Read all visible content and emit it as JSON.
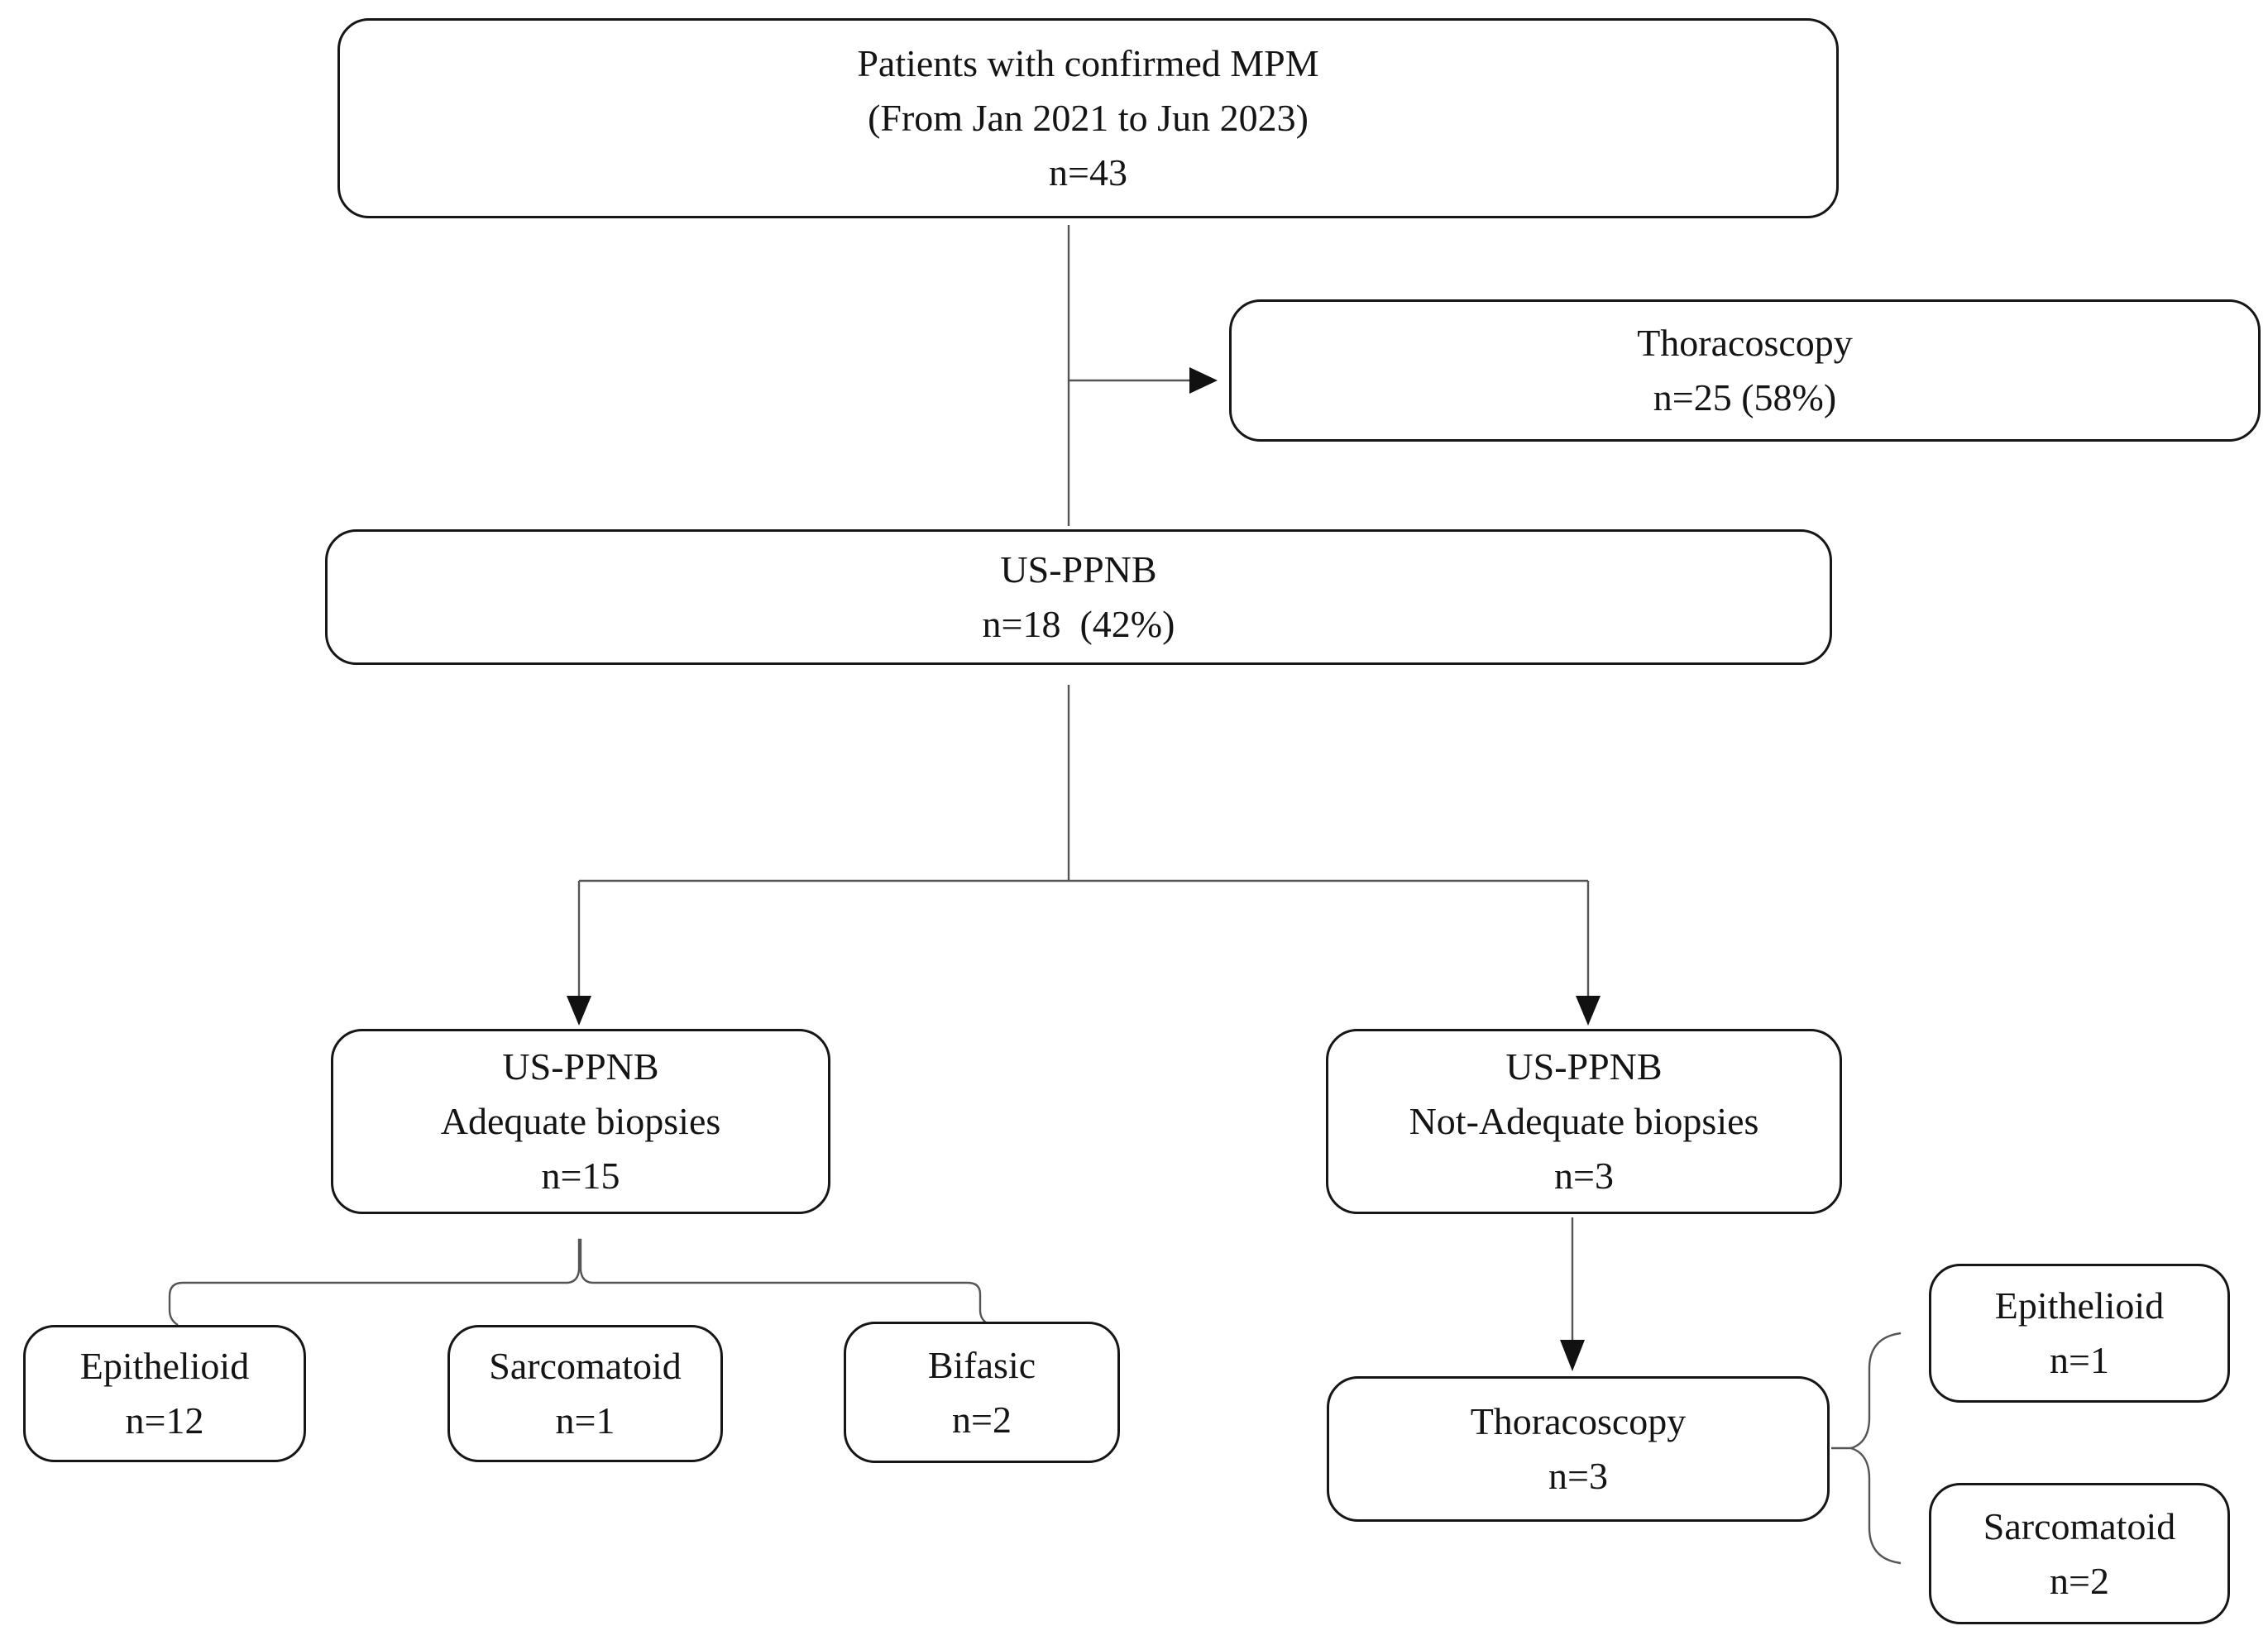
{
  "figure": {
    "kind": "patient-flow-diagram",
    "background_color": "#ffffff",
    "box_border_color": "#161616",
    "connector_color": "#555555",
    "nodes": {
      "confirmed_mpm": {
        "lines": [
          "Patients with confirmed MPM",
          "(From Jan 2021 to Jun 2023)",
          "n=43"
        ]
      },
      "thoracoscopy_initial": {
        "lines": [
          "Thoracoscopy",
          "n=25 (58%)"
        ]
      },
      "us_ppnb": {
        "lines": [
          "US-PPNB",
          "n=18  (42%)"
        ]
      },
      "adequate": {
        "lines": [
          "US-PPNB",
          "Adequate biopsies",
          "n=15"
        ]
      },
      "not_adequate": {
        "lines": [
          "US-PPNB",
          "Not-Adequate biopsies",
          "n=3"
        ]
      },
      "epithelioid_adequate": {
        "lines": [
          "Epithelioid",
          "n=12"
        ]
      },
      "sarcomatoid_adequate": {
        "lines": [
          "Sarcomatoid",
          "n=1"
        ]
      },
      "bifasic_adequate": {
        "lines": [
          "Bifasic",
          "n=2"
        ]
      },
      "thoracoscopy_rescue": {
        "lines": [
          "Thoracoscopy",
          "n=3"
        ]
      },
      "epithelioid_rescue": {
        "lines": [
          "Epithelioid",
          "n=1"
        ]
      },
      "sarcomatoid_rescue": {
        "lines": [
          "Sarcomatoid",
          "n=2"
        ]
      }
    },
    "edges": [
      {
        "from": "confirmed_mpm",
        "to": "thoracoscopy_initial",
        "type": "arrow"
      },
      {
        "from": "confirmed_mpm",
        "to": "us_ppnb",
        "type": "line"
      },
      {
        "from": "us_ppnb",
        "to": "adequate",
        "type": "arrow"
      },
      {
        "from": "us_ppnb",
        "to": "not_adequate",
        "type": "arrow"
      },
      {
        "from": "adequate",
        "to": "epithelioid_adequate",
        "type": "branch"
      },
      {
        "from": "adequate",
        "to": "sarcomatoid_adequate",
        "type": "branch"
      },
      {
        "from": "adequate",
        "to": "bifasic_adequate",
        "type": "branch"
      },
      {
        "from": "not_adequate",
        "to": "thoracoscopy_rescue",
        "type": "arrow"
      },
      {
        "from": "thoracoscopy_rescue",
        "to": "epithelioid_rescue",
        "type": "brace"
      },
      {
        "from": "thoracoscopy_rescue",
        "to": "sarcomatoid_rescue",
        "type": "brace"
      }
    ]
  }
}
